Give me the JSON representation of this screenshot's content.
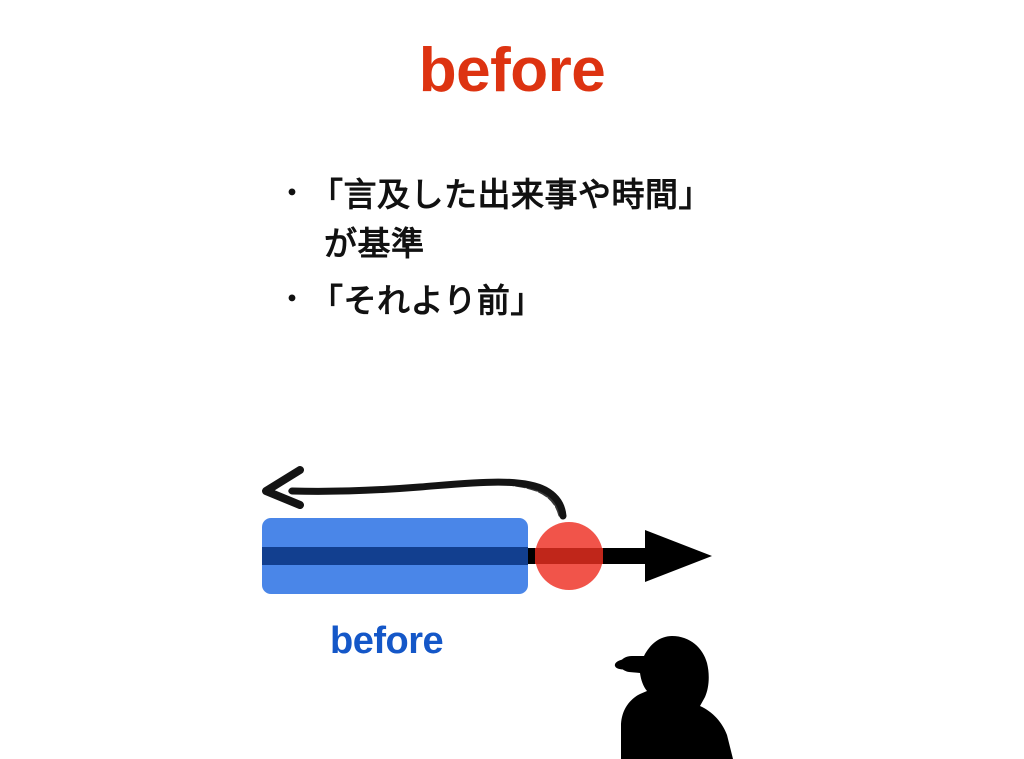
{
  "slide": {
    "background_color": "#ffffff",
    "title": "before",
    "title_color": "#dd3311"
  },
  "bullets": [
    {
      "marker": "・",
      "line1": "「言及した出来事や時間」",
      "line2": "が基準"
    },
    {
      "marker": "・",
      "line1": "「それより前」",
      "line2": ""
    }
  ],
  "diagram": {
    "bar_caption": "before",
    "bar_caption_color": "#1457c8",
    "bar_fill_color": "#4a86e8",
    "bar_line_color": "#123f8f",
    "event_dot_color": "#f1544a",
    "event_dot_band_color": "#c0261a",
    "timeline_arrow_color": "#000000",
    "hand_arrow_color": "#141414",
    "person_silhouette_color": "#000000"
  }
}
